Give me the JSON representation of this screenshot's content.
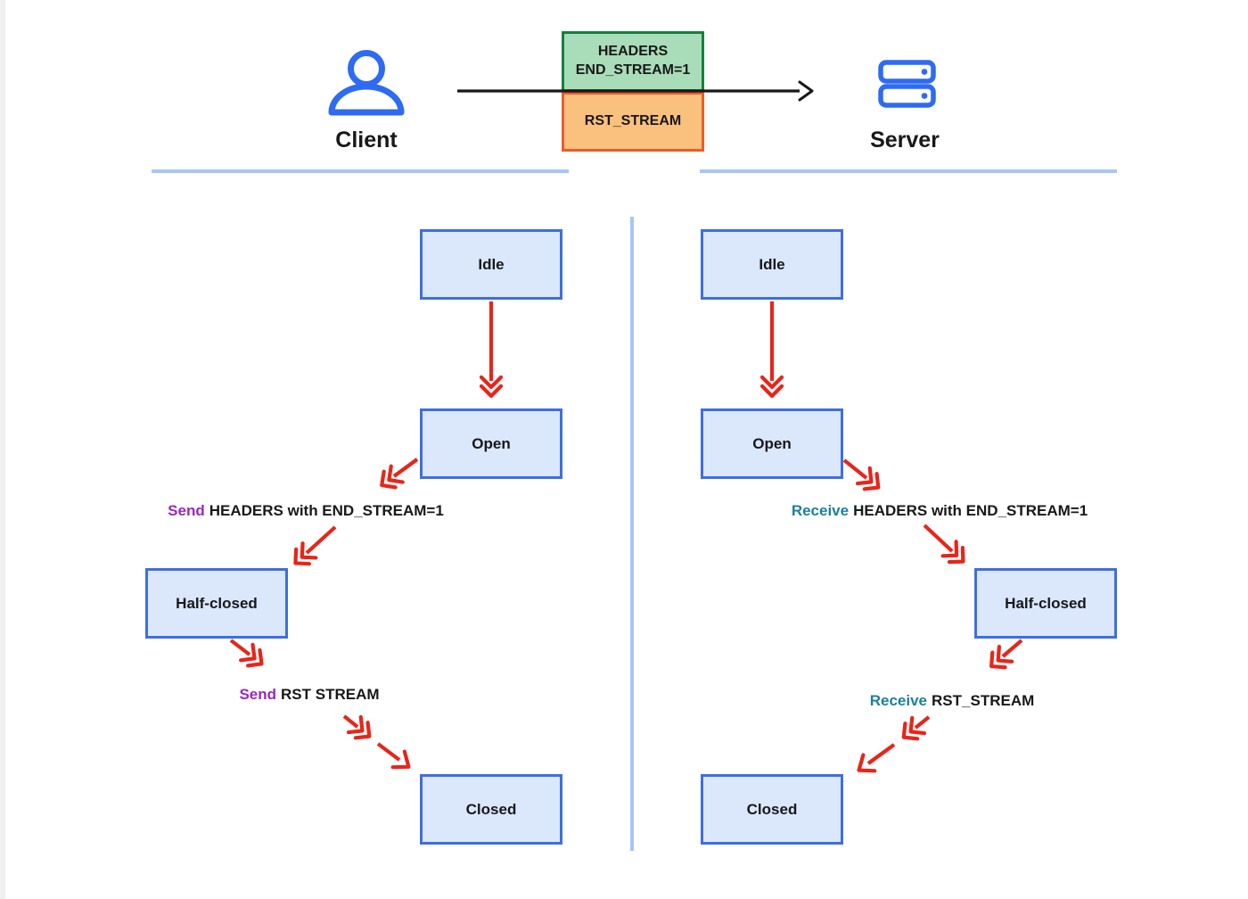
{
  "header": {
    "client_label": "Client",
    "server_label": "Server",
    "frames": {
      "headers": {
        "line1": "HEADERS",
        "line2": "END_STREAM=1"
      },
      "rst": {
        "label": "RST_STREAM"
      }
    }
  },
  "client_machine": {
    "states": {
      "idle": "Idle",
      "open": "Open",
      "half_closed": "Half-closed",
      "closed": "Closed"
    },
    "transitions": {
      "headers": {
        "action": "Send",
        "detail": "HEADERS with END_STREAM=1"
      },
      "rst": {
        "action": "Send",
        "detail": "RST STREAM"
      }
    }
  },
  "server_machine": {
    "states": {
      "idle": "Idle",
      "open": "Open",
      "half_closed": "Half-closed",
      "closed": "Closed"
    },
    "transitions": {
      "headers": {
        "action": "Receive",
        "detail": "HEADERS with END_STREAM=1"
      },
      "rst": {
        "action": "Receive",
        "detail": "RST_STREAM"
      }
    }
  },
  "icons": {
    "client": "person-icon",
    "server": "server-rack-icon"
  },
  "colors": {
    "accent_blue": "#2e6bf2",
    "state_box_border": "#3e6fdd",
    "state_box_fill": "#dbe7fb",
    "divider_blue": "#a6c6f9",
    "arrow_red": "#e8251a",
    "arrow_black": "#17181a",
    "headers_frame_fill": "#a9dcb8",
    "headers_frame_border": "#15803d",
    "rst_frame_fill": "#fac17e",
    "rst_frame_border": "#ec5b2b",
    "send_purple": "#9b26bd",
    "receive_teal": "#1c7f9e"
  }
}
